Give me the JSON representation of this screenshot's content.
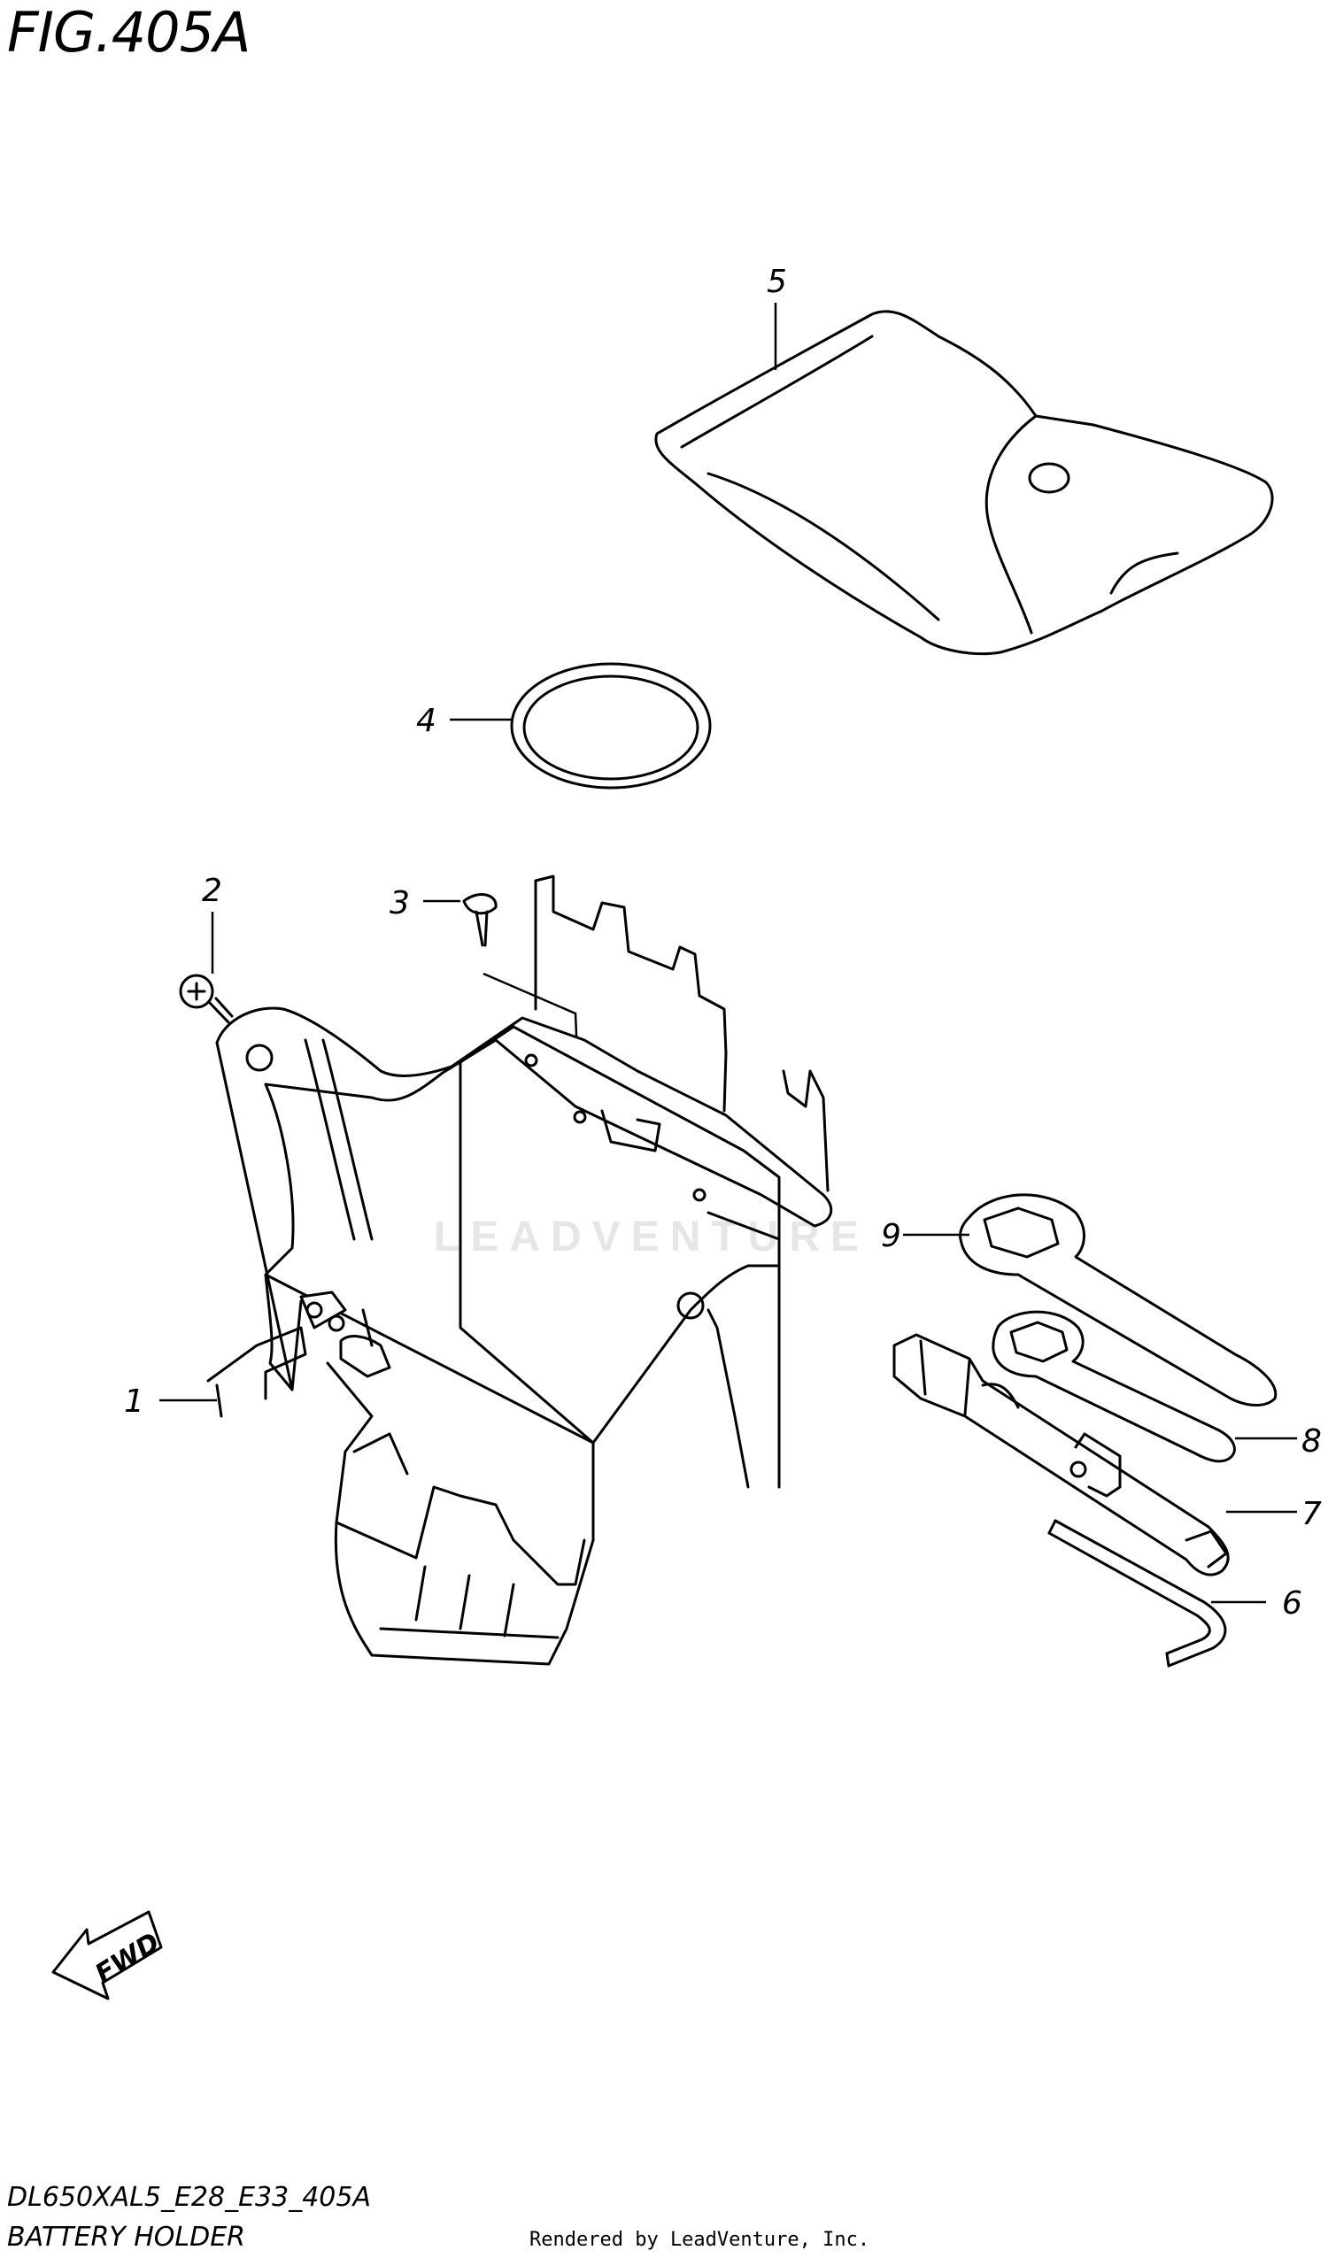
{
  "figure": {
    "title": "FIG.405A",
    "model_code": "DL650XAL5_E28_E33_405A",
    "name": "BATTERY HOLDER"
  },
  "footer": {
    "rendered_by": "Rendered by LeadVenture, Inc."
  },
  "watermark": {
    "text": "LEADVENTURE"
  },
  "direction_marker": {
    "label": "FWD"
  },
  "callouts": [
    {
      "number": "1"
    },
    {
      "number": "2"
    },
    {
      "number": "3"
    },
    {
      "number": "4"
    },
    {
      "number": "5"
    },
    {
      "number": "6"
    },
    {
      "number": "7"
    },
    {
      "number": "8"
    },
    {
      "number": "9"
    }
  ]
}
